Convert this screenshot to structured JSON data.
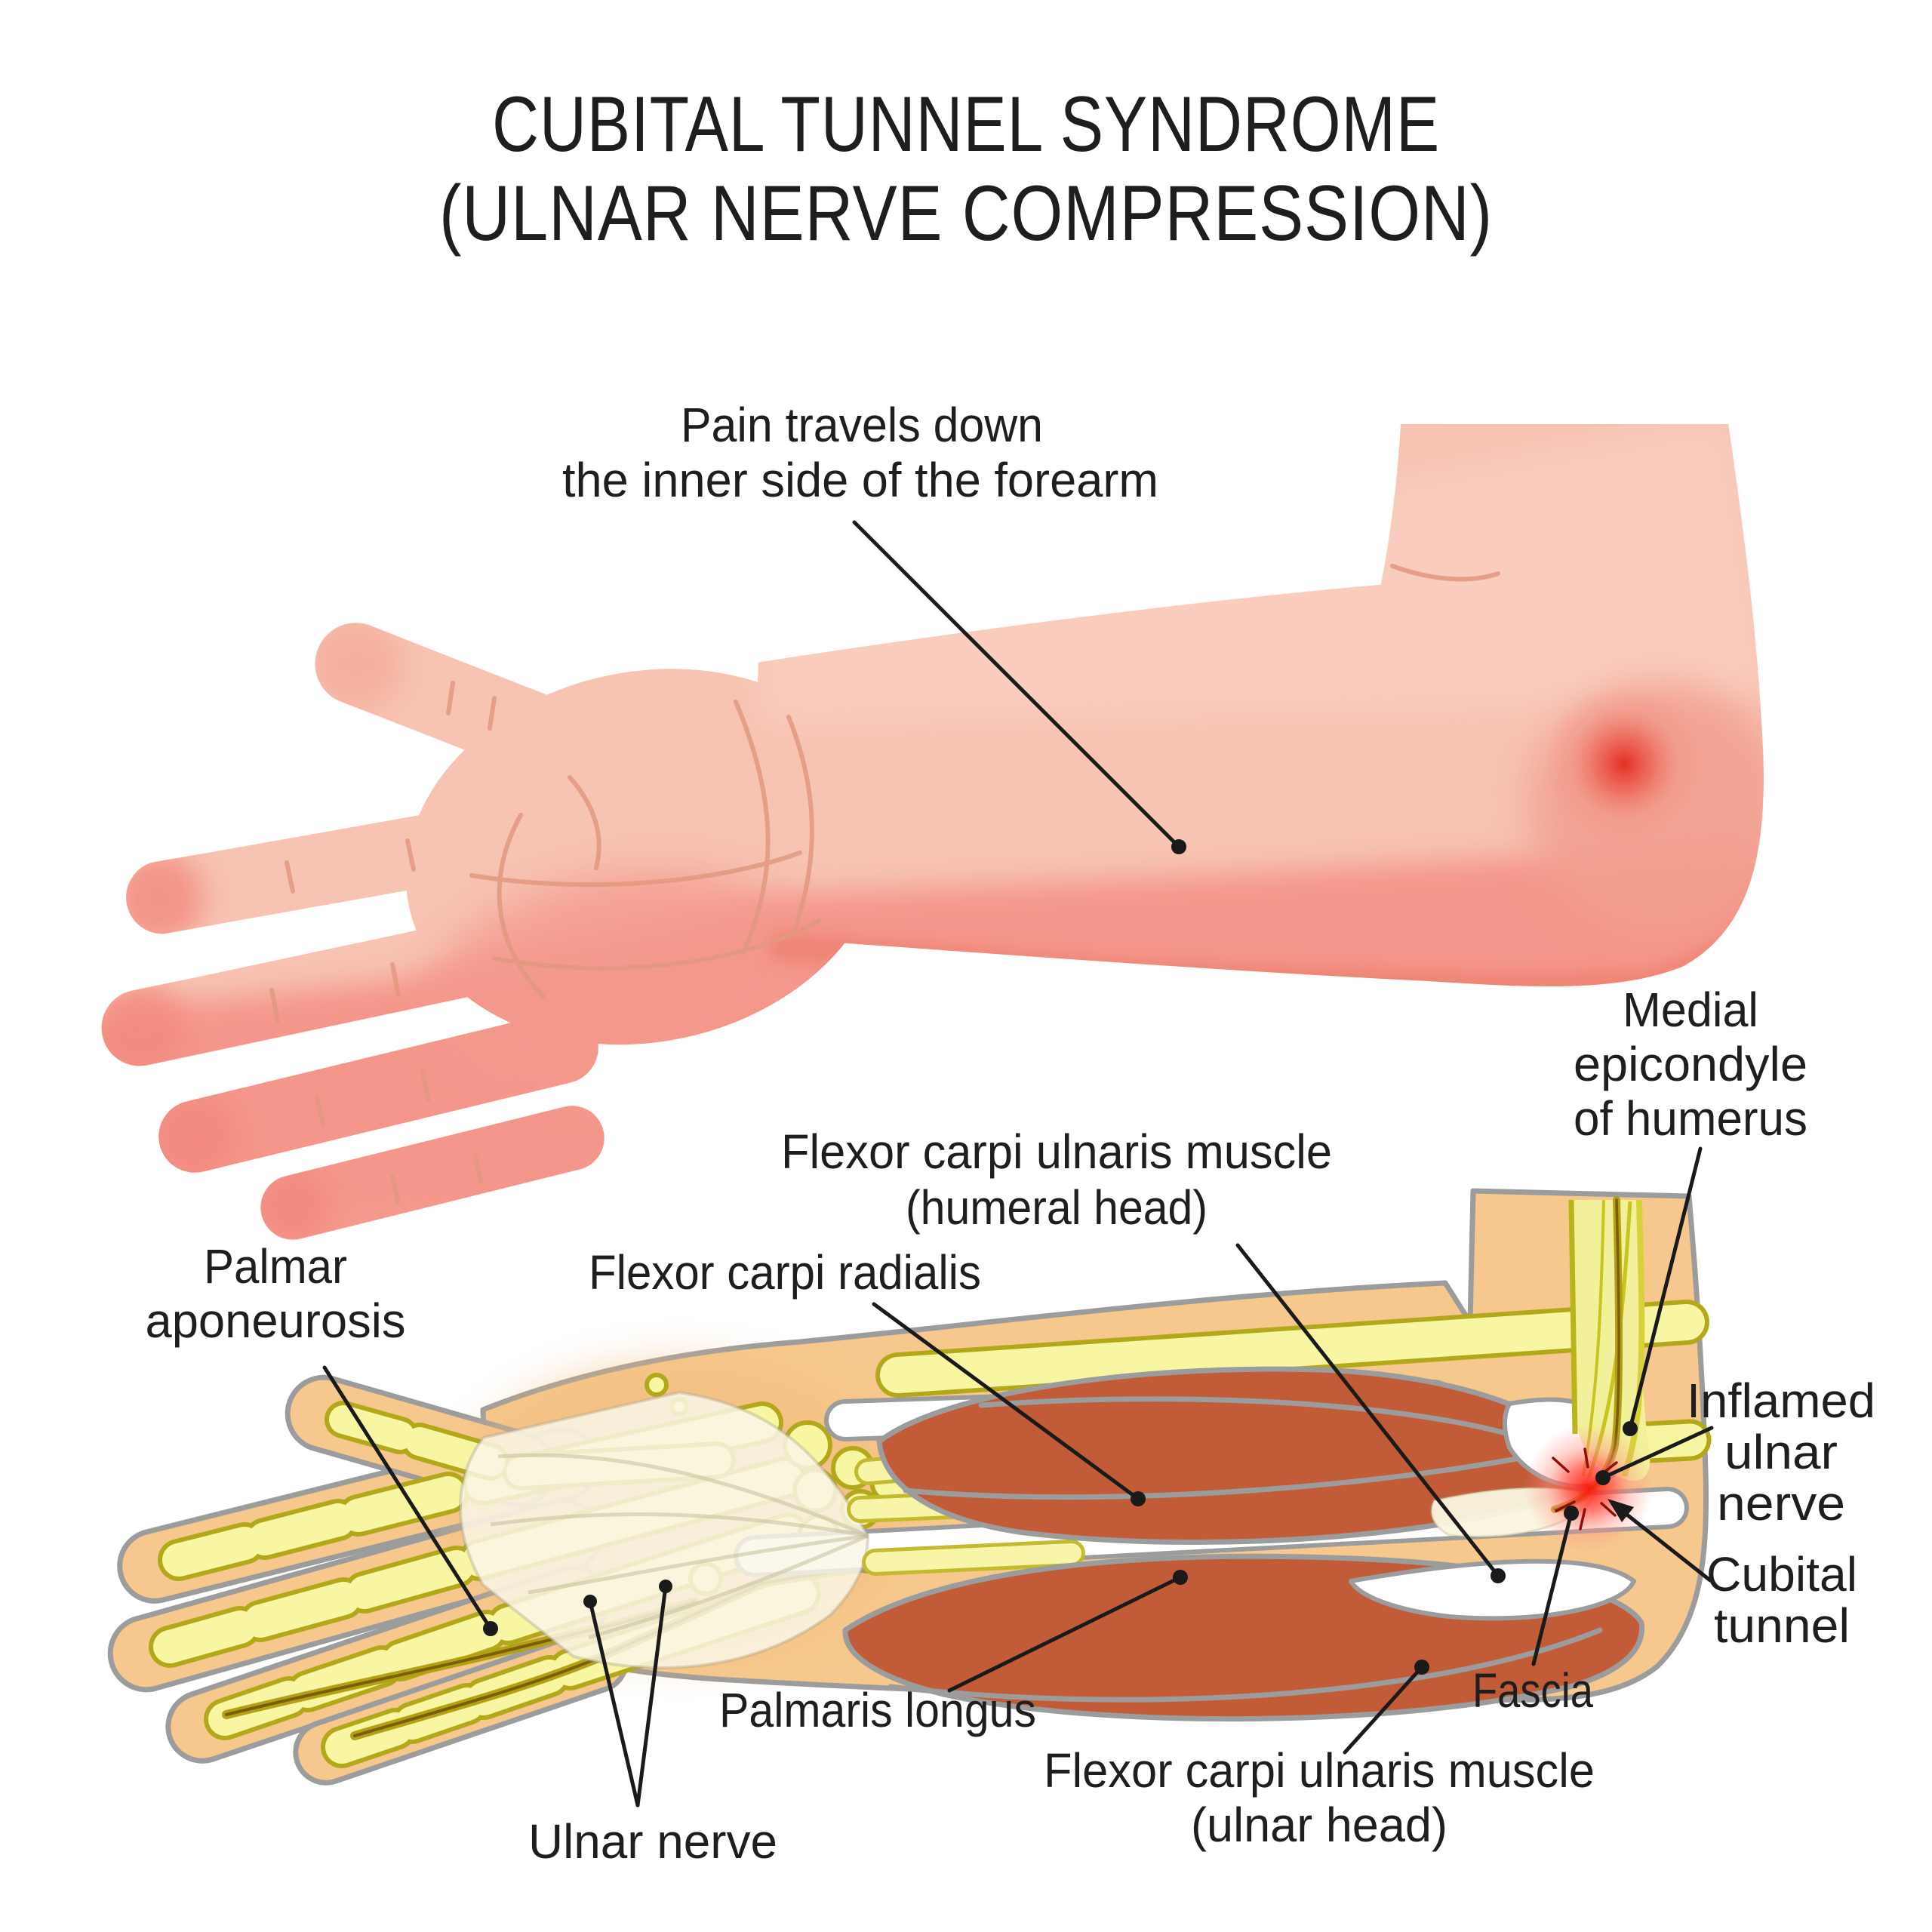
{
  "title": {
    "line1": "CUBITAL TUNNEL SYNDROME",
    "line2": "(ULNAR NERVE COMPRESSION)"
  },
  "top_illustration": {
    "label_pain": {
      "line1": "Pain travels down",
      "line2": "the inner side of the forearm"
    }
  },
  "bottom_illustration": {
    "label_fcu_humeral": {
      "line1": "Flexor carpi ulnaris muscle",
      "line2": "(humeral head)"
    },
    "label_medial_epicondyle": {
      "line1": "Medial",
      "line2": "epicondyle",
      "line3": "of humerus"
    },
    "label_palmar_aponeurosis": {
      "line1": "Palmar",
      "line2": "aponeurosis"
    },
    "label_flexor_carpi_radialis": {
      "text": "Flexor carpi radialis"
    },
    "label_inflamed_ulnar_nerve": {
      "line1": "Inflamed",
      "line2": "ulnar",
      "line3": "nerve"
    },
    "label_cubital_tunnel": {
      "line1": "Cubital",
      "line2": "tunnel"
    },
    "label_fascia": {
      "text": "Fascia"
    },
    "label_palmaris_longus": {
      "text": "Palmaris longus"
    },
    "label_ulnar_nerve": {
      "text": "Ulnar nerve"
    },
    "label_fcu_ulnar": {
      "line1": "Flexor carpi ulnaris muscle",
      "line2": "(ulnar head)"
    }
  },
  "colors": {
    "background": "#FFFFFF",
    "text": "#1E1E1E",
    "leader_line": "#1A1A1A",
    "skin_light": "#F7C3B2",
    "skin_mid": "#F6BCAC",
    "skin_red": "#F4968B",
    "skin_shadow": "#EE8373",
    "pain_spot": "#E4271C",
    "anatomy_skin": "#F6C88D",
    "anatomy_outline": "#9C9C9C",
    "bone_fill": "#F8F6A2",
    "bone_outline": "#B3A81C",
    "muscle": "#C25B38",
    "tendon_white": "#FFFFFF",
    "nerve_yellow": "#B3A114",
    "nerve_dark": "#7A5F08",
    "nerve_band": "#F3F09B",
    "aponeurosis": "#FBF7E8",
    "inflamed_core": "#FF140A"
  }
}
